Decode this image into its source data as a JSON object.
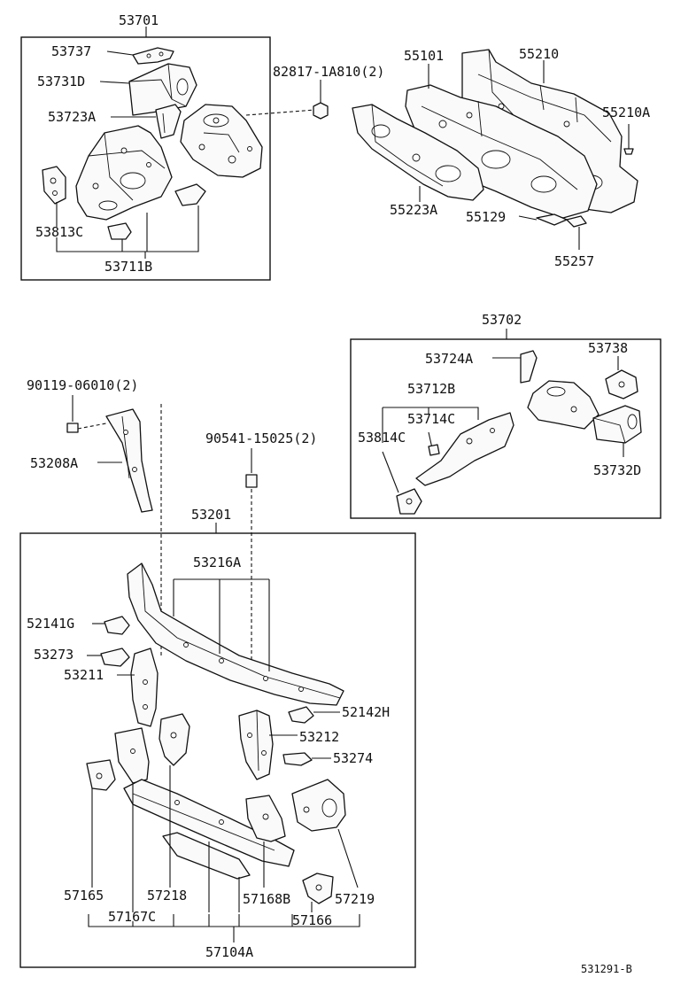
{
  "diagram_id": "531291-B",
  "groups": {
    "top_left": {
      "assembly": "53701",
      "parts": [
        "53737",
        "53731D",
        "53723A",
        "53813C",
        "53711B"
      ]
    },
    "fasteners": {
      "nut": "82817-1A810 (2)",
      "bolt_1": "90119-06010 (2)",
      "bolt_2": "90541-15025 (2)"
    },
    "dash_panel": {
      "parts": [
        "55101",
        "55210",
        "55210A",
        "55223A",
        "55129",
        "55257"
      ]
    },
    "right_box": {
      "assembly": "53702",
      "parts": [
        "53724A",
        "53738",
        "53712B",
        "53714C",
        "53814C",
        "53732D"
      ]
    },
    "support_bracket": "53208A",
    "lower_box": {
      "assembly": "53201",
      "parts": [
        "53216A",
        "52141G",
        "53273",
        "53211",
        "52142H",
        "53212",
        "53274",
        "57165",
        "57218",
        "57167C",
        "57168B",
        "57219",
        "57166",
        "57104A"
      ]
    }
  },
  "labels": {
    "l53701": "53701",
    "l53737": "53737",
    "l53731d": "53731D",
    "l53723a": "53723A",
    "l53813c": "53813C",
    "l53711b": "53711B",
    "l82817": "82817-1A810(2)",
    "l55101": "55101",
    "l55210": "55210",
    "l55210a": "55210A",
    "l55223a": "55223A",
    "l55129": "55129",
    "l55257": "55257",
    "l53702": "53702",
    "l53724a": "53724A",
    "l53738": "53738",
    "l53712b": "53712B",
    "l53714c": "53714C",
    "l53814c": "53814C",
    "l53732d": "53732D",
    "l90119": "90119-06010(2)",
    "l53208a": "53208A",
    "l90541": "90541-15025(2)",
    "l53201": "53201",
    "l53216a": "53216A",
    "l52141g": "52141G",
    "l53273": "53273",
    "l53211": "53211",
    "l52142h": "52142H",
    "l53212": "53212",
    "l53274": "53274",
    "l57165": "57165",
    "l57218": "57218",
    "l57167c": "57167C",
    "l57168b": "57168B",
    "l57219": "57219",
    "l57166": "57166",
    "l57104a": "57104A",
    "diagram_code": "531291-B"
  },
  "colors": {
    "ink": "#111111",
    "paper": "#ffffff"
  }
}
